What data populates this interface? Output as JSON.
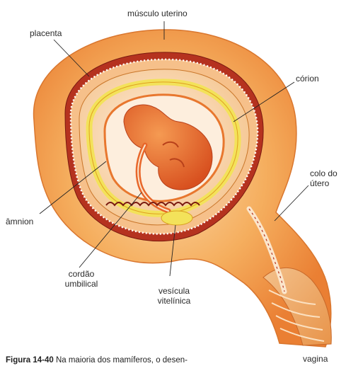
{
  "labels": {
    "musculo_uterino": "músculo uterino",
    "placenta": "placenta",
    "corion": "córion",
    "colo_do_utero_1": "colo do",
    "colo_do_utero_2": "útero",
    "amnion": "âmnion",
    "cordao_1": "cordão",
    "cordao_2": "umbilical",
    "vesicula_1": "vesícula",
    "vesicula_2": "vitelínica",
    "vagina": "vagina"
  },
  "caption": {
    "figure_number": "Figura 14-40",
    "text": "Na maioria dos mamíferos, o desen-"
  },
  "colors": {
    "uterus_outer": "#f2a24e",
    "uterus_inner": "#e8772e",
    "placenta_dark": "#b5321f",
    "chorion_yellow": "#f3e25a",
    "embryo": "#e8672b",
    "cavity_light": "#fbe4c8"
  }
}
